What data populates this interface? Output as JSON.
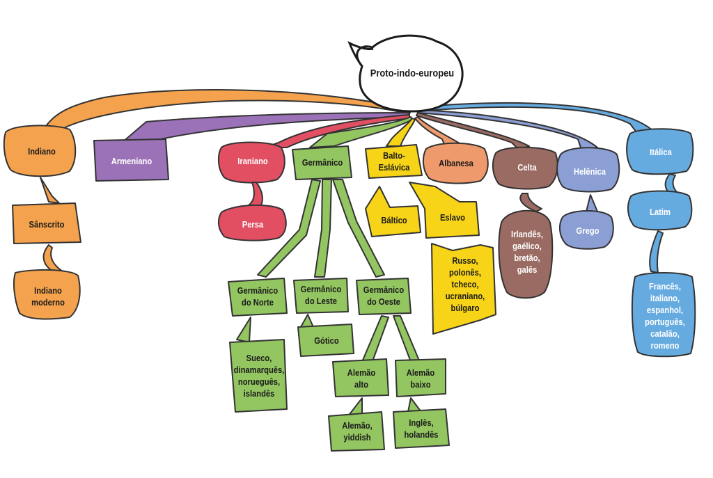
{
  "root": {
    "label": "Proto-indo-europeu"
  },
  "families": {
    "indiano": {
      "label": "Indiano",
      "color": "#f4a24d"
    },
    "armeniano": {
      "label": "Armeniano",
      "color": "#9b72b8"
    },
    "iraniano": {
      "label": "Iraniano",
      "color": "#e24f63"
    },
    "germanico": {
      "label": "Germânico",
      "color": "#93c561"
    },
    "balto_eslavica": {
      "label": "Balto-\nEslávica",
      "color": "#f7d417"
    },
    "albanesa": {
      "label": "Albanesa",
      "color": "#ef9a6c"
    },
    "celta": {
      "label": "Celta",
      "color": "#9a6b62"
    },
    "helenica": {
      "label": "Helênica",
      "color": "#8b9fd4"
    },
    "italica": {
      "label": "Itálica",
      "color": "#66abe0"
    }
  },
  "subgroups": {
    "sanscrito": "Sânscrito",
    "indiano_moderno": "Indiano\nmoderno",
    "persa": "Persa",
    "germanico_norte": "Germânico\ndo Norte",
    "germanico_leste": "Germânico\ndo Leste",
    "germanico_oeste": "Germânico\ndo Oeste",
    "gotico": "Gótico",
    "norte_linguas": "Sueco,\ndinamarquês,\nnorueguês,\nislandês",
    "alemao_alto": "Alemão\nalto",
    "alemao_baixo": "Alemão\nbaixo",
    "alemao_yiddish": "Alemão,\nyiddish",
    "ingles_holandes": "Inglês,\nholandês",
    "baltico": "Báltico",
    "eslavo": "Eslavo",
    "eslavo_linguas": "Russo,\npolonês,\ntcheco,\nucraniano,\nbúlgaro",
    "celta_linguas": "Irlandês,\ngaélico,\nbretão,\ngalês",
    "grego": "Grego",
    "latim": "Latim",
    "italica_linguas": "Francês,\nitaliano,\nespanhol,\nportuguês,\ncatalão,\nromeno"
  }
}
